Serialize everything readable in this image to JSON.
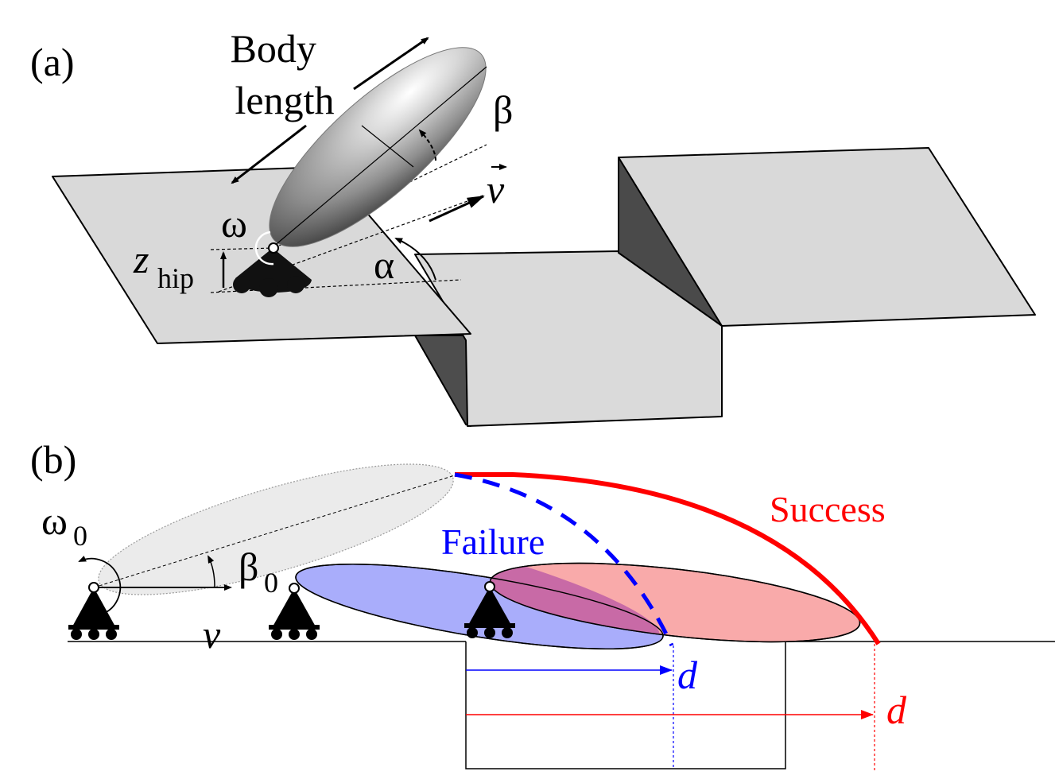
{
  "panel_a": {
    "label": "(a)",
    "body_length": [
      "Body",
      "length"
    ],
    "beta": "β",
    "velocity": "v",
    "omega": "ω",
    "z_hip_main": "z",
    "z_hip_sub": "hip",
    "alpha": "α"
  },
  "panel_b": {
    "label": "(b)",
    "omega0_main": "ω",
    "omega0_sub": "0",
    "beta0_main": "β",
    "beta0_sub": "0",
    "velocity": "v",
    "failure": "Failure",
    "success": "Success",
    "d_failure": "d",
    "d_success": "d"
  },
  "colors": {
    "success": "#ff0000",
    "failure": "#0000ff",
    "failure_fill": "#a9adfb",
    "success_fill": "#f9aaaa",
    "overlap_fill": "#c86aa6",
    "platform": "#d9d9d9",
    "gap_wall": "#4d4d4d"
  }
}
